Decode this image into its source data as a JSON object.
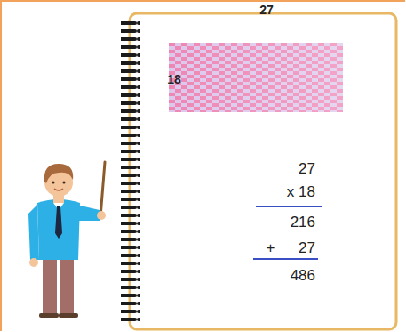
{
  "diagram": {
    "labels": [
      "27",
      "18",
      "27",
      "x 18",
      "216",
      "+ 27",
      "486"
    ]
  }
}
